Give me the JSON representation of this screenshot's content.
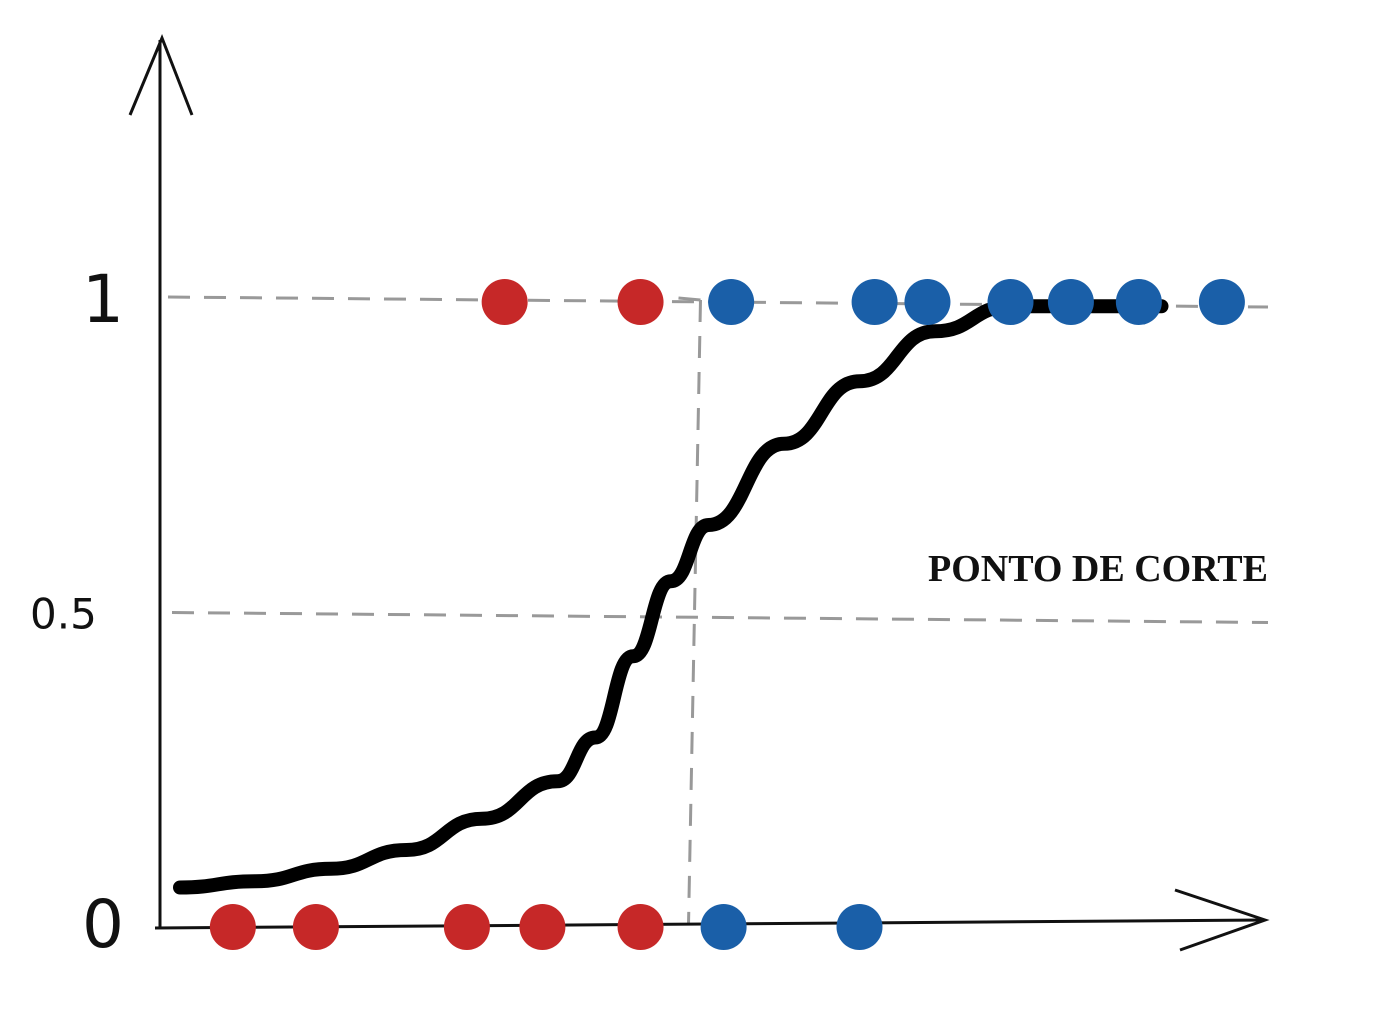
{
  "chart_data": {
    "type": "scatter",
    "ylim": [
      0,
      1
    ],
    "yticks": [
      {
        "value": 0,
        "label": "0"
      },
      {
        "value": 0.5,
        "label": "0.5"
      },
      {
        "value": 1,
        "label": "1"
      }
    ],
    "threshold": {
      "value": 0.5,
      "label": "PONTO DE CORTE"
    },
    "cutoff_x": 7.0,
    "curve": {
      "type": "sigmoid",
      "points": [
        [
          0,
          0.06
        ],
        [
          1,
          0.07
        ],
        [
          2,
          0.09
        ],
        [
          3,
          0.12
        ],
        [
          4,
          0.17
        ],
        [
          5,
          0.23
        ],
        [
          5.5,
          0.3
        ],
        [
          6,
          0.43
        ],
        [
          6.5,
          0.55
        ],
        [
          7,
          0.64
        ],
        [
          8,
          0.77
        ],
        [
          9,
          0.87
        ],
        [
          10,
          0.95
        ],
        [
          11,
          0.99
        ],
        [
          12,
          0.99
        ],
        [
          13,
          0.99
        ]
      ]
    },
    "series": [
      {
        "color": "#c62828",
        "points": [
          [
            0.7,
            0
          ],
          [
            1.8,
            0
          ],
          [
            3.8,
            0
          ],
          [
            4.8,
            0
          ],
          [
            6.1,
            0
          ],
          [
            4.3,
            1
          ],
          [
            6.1,
            1
          ]
        ]
      },
      {
        "color": "#1a5fa8",
        "points": [
          [
            7.2,
            0
          ],
          [
            9.0,
            0
          ],
          [
            7.3,
            1
          ],
          [
            9.2,
            1
          ],
          [
            9.9,
            1
          ],
          [
            11.0,
            1
          ],
          [
            11.8,
            1
          ],
          [
            12.7,
            1
          ],
          [
            13.8,
            1
          ]
        ]
      }
    ]
  }
}
